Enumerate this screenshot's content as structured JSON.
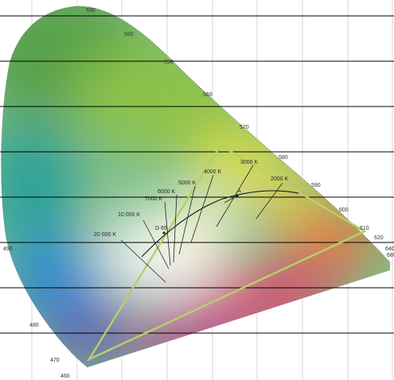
{
  "diagram": {
    "wavelength_labels": [
      "460",
      "470",
      "480",
      "490",
      "530",
      "560",
      "550",
      "560",
      "570",
      "580",
      "590",
      "600",
      "610",
      "620",
      "640",
      "680"
    ],
    "color_temperature_labels": [
      "20 000 K",
      "10 000 K",
      "7000 K",
      "6000 K",
      "5000 K",
      "4000 K",
      "3000 K",
      "2000 K"
    ],
    "point_labels": [
      "A",
      "D 65"
    ],
    "colors": {
      "grid": "#000000",
      "minor_grid": "#b8b8b8",
      "gamut_triangle": "#b7cf6a",
      "planckian_locus": "#222222",
      "background": "#ffffff"
    }
  }
}
